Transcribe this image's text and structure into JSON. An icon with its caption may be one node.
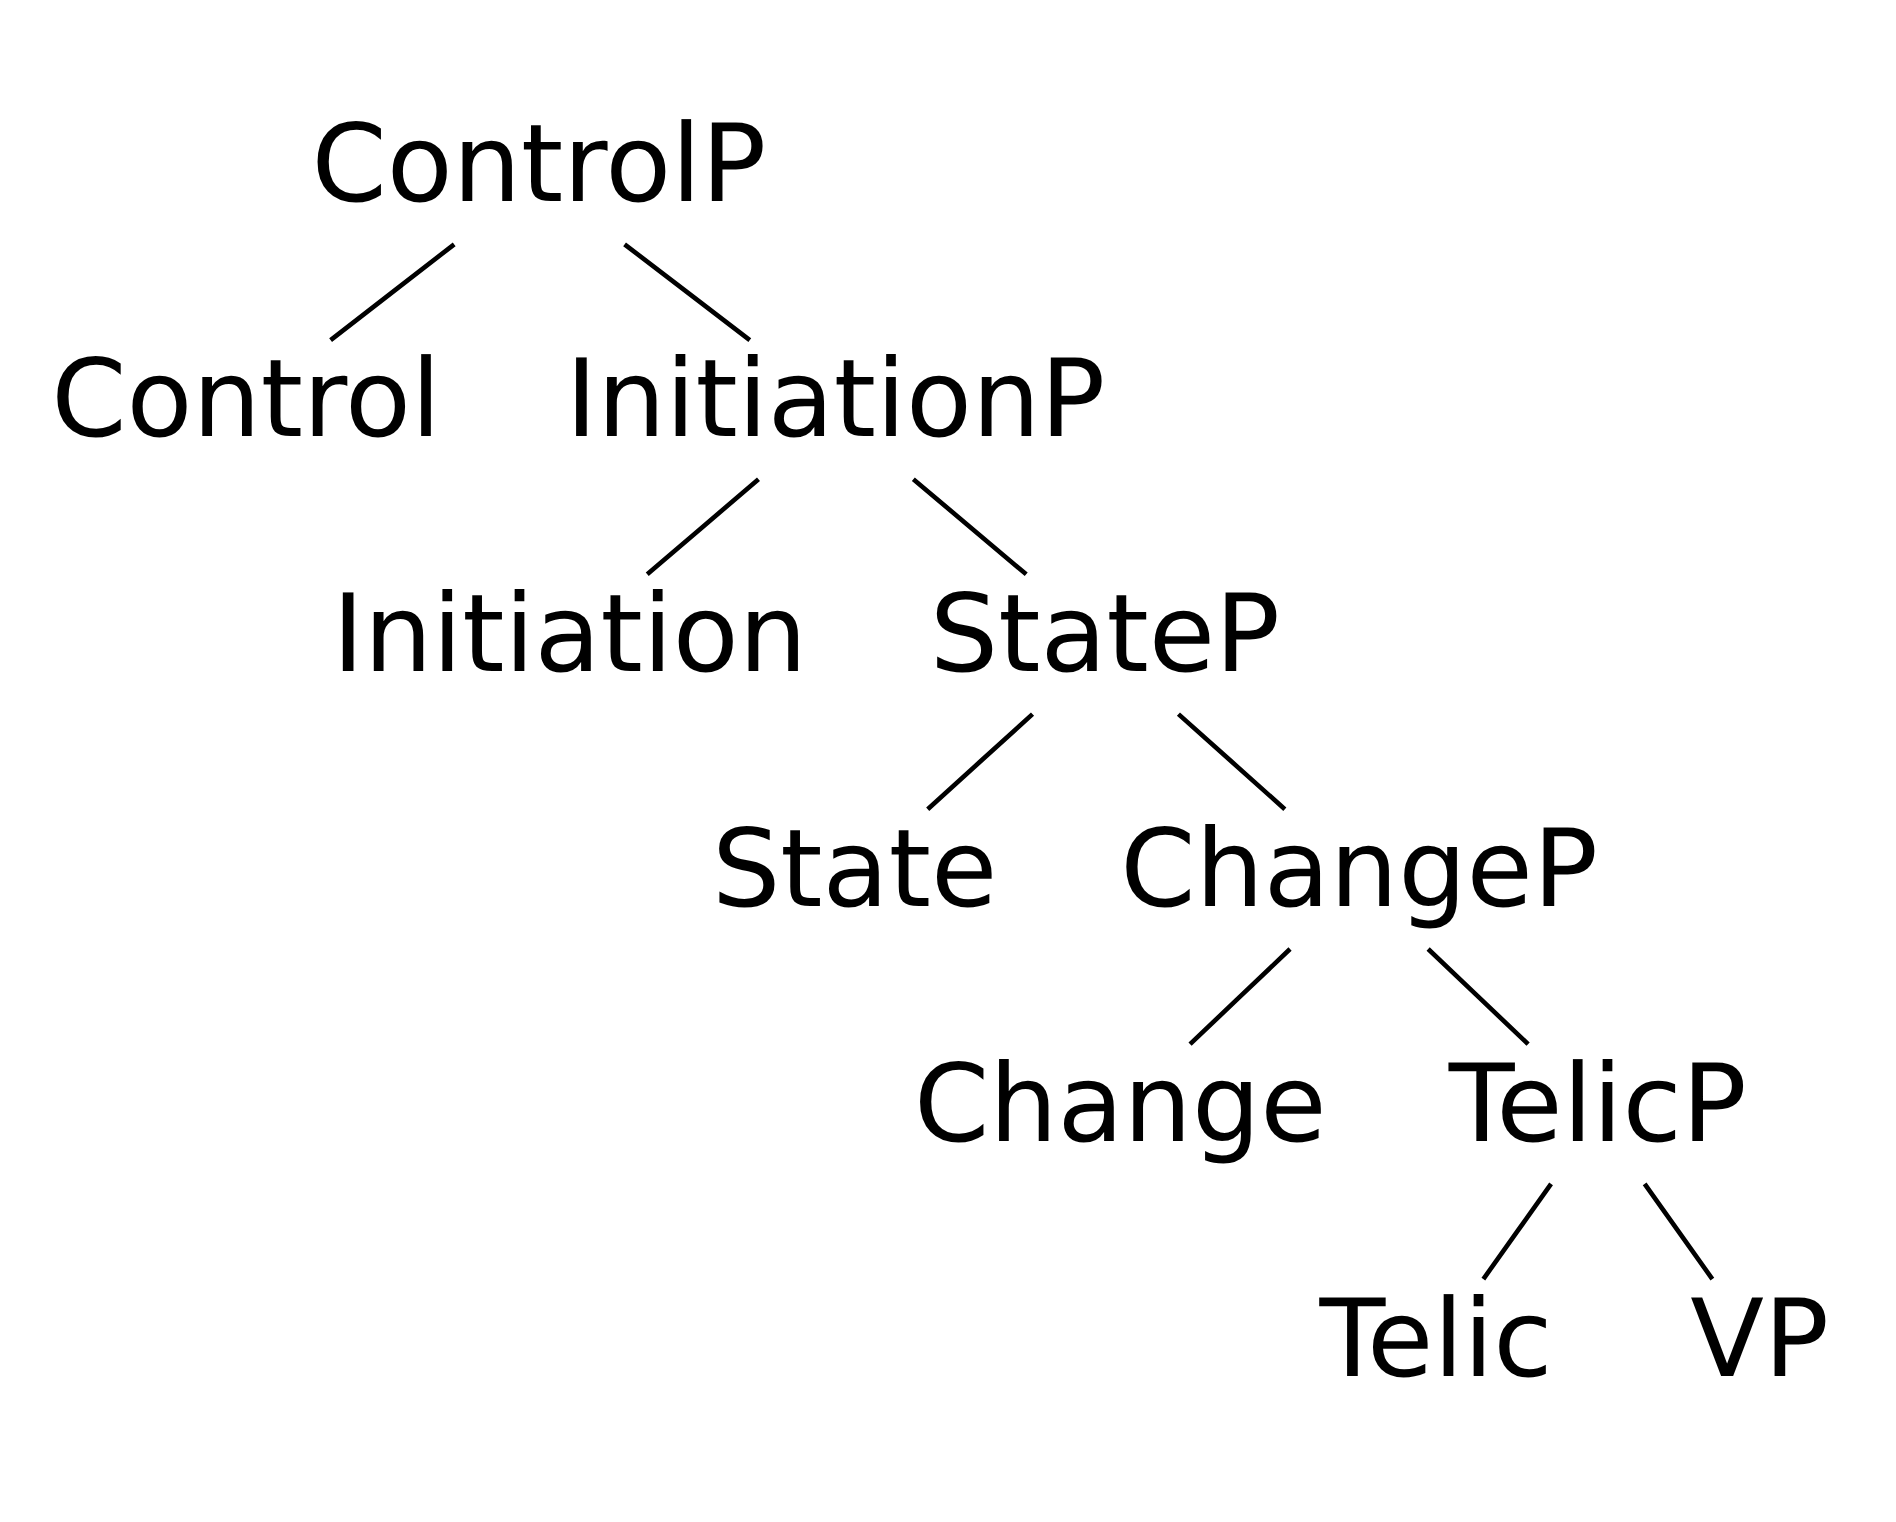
{
  "diagram": {
    "nodes": [
      {
        "text": [
          "ControlP"
        ]
      },
      {
        "text": [
          "Control"
        ]
      },
      {
        "text": [
          "InitiationP"
        ]
      },
      {
        "text": [
          "Initiation"
        ]
      },
      {
        "text": [
          "StateP"
        ]
      },
      {
        "text": [
          "State"
        ]
      },
      {
        "text": [
          "ChangeP"
        ]
      },
      {
        "text": [
          "Change"
        ]
      },
      {
        "text": [
          "TelicP"
        ]
      },
      {
        "text": [
          "Telic"
        ]
      },
      {
        "text": [
          "VP"
        ]
      }
    ],
    "edges": [
      {
        "from": 0,
        "to": 1,
        "arrow": "none"
      },
      {
        "from": 0,
        "to": 2,
        "arrow": "none"
      },
      {
        "from": 2,
        "to": 3,
        "arrow": "none"
      },
      {
        "from": 2,
        "to": 4,
        "arrow": "none"
      },
      {
        "from": 4,
        "to": 5,
        "arrow": "none"
      },
      {
        "from": 4,
        "to": 6,
        "arrow": "none"
      },
      {
        "from": 6,
        "to": 7,
        "arrow": "none"
      },
      {
        "from": 6,
        "to": 8,
        "arrow": "none"
      },
      {
        "from": 8,
        "to": 9,
        "arrow": "none"
      },
      {
        "from": 8,
        "to": 10,
        "arrow": "none"
      }
    ]
  }
}
